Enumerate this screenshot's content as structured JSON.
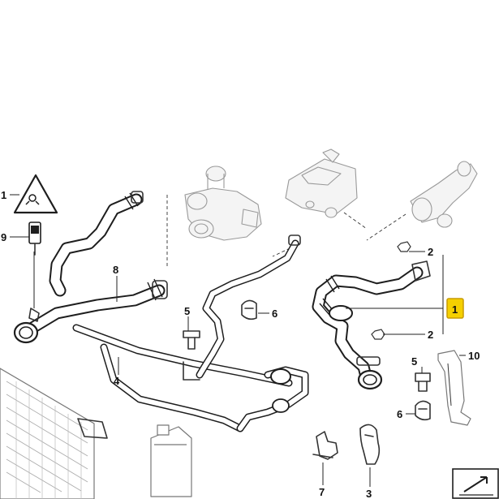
{
  "callouts": {
    "c1_warning": "1",
    "c9_sensor": "9",
    "c8_hose": "8",
    "c2_top": "2",
    "c1_selected": "1",
    "c2_bottom": "2",
    "c5_left": "5",
    "c6_left": "6",
    "c4_pipe": "4",
    "c5_right": "5",
    "c10_bracket": "10",
    "c6_right": "6",
    "c7_clip": "7",
    "c3_clip": "3"
  },
  "colors": {
    "highlight_fill": "#f5d000",
    "highlight_border": "#c89b00",
    "line": "#1e1e1e",
    "ghost": "#999999"
  }
}
